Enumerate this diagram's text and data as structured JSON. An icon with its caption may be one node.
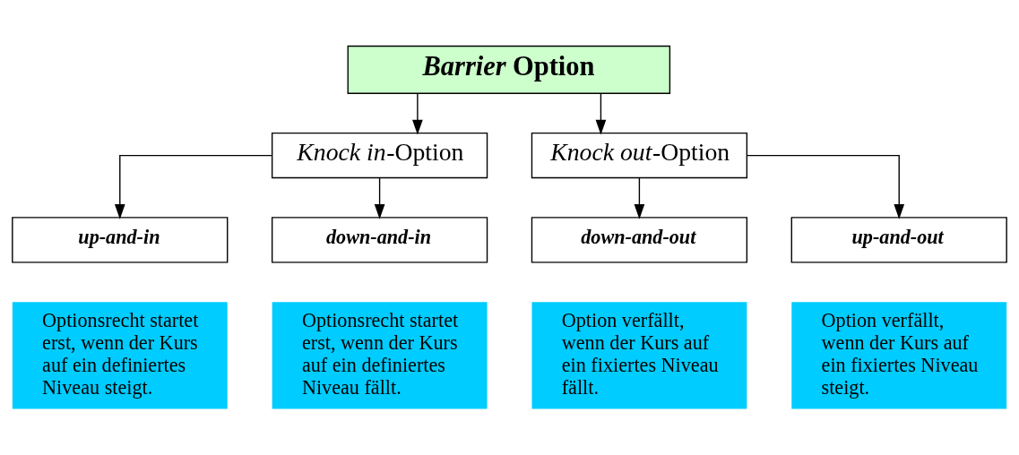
{
  "diagram": {
    "nodes": [
      {
        "text": [
          "*Barrier* Option"
        ]
      },
      {
        "text": [
          "*Knock in*-Option"
        ]
      },
      {
        "text": [
          "*Knock out*-Option"
        ]
      },
      {
        "text": [
          "up-and-in"
        ]
      },
      {
        "text": [
          "down-and-in"
        ]
      },
      {
        "text": [
          "down-and-out"
        ]
      },
      {
        "text": [
          "up-and-out"
        ]
      },
      {
        "text": [
          "Optionsrecht startet erst, wenn der Kurs auf ein definiertes Niveau steigt."
        ]
      },
      {
        "text": [
          "Optionsrecht startet erst, wenn der Kurs auf ein definiertes Niveau fällt."
        ]
      },
      {
        "text": [
          "Option verfällt, wenn der Kurs auf ein fixiertes Niveau fällt."
        ]
      },
      {
        "text": [
          "Option verfällt, wenn der Kurs auf ein fixiertes Niveau steigt."
        ]
      }
    ],
    "edges": [
      {
        "from": 0,
        "to": 1,
        "arrow": "to"
      },
      {
        "from": 0,
        "to": 2,
        "arrow": "to"
      },
      {
        "from": 1,
        "to": 3,
        "arrow": "to"
      },
      {
        "from": 1,
        "to": 4,
        "arrow": "to"
      },
      {
        "from": 2,
        "to": 5,
        "arrow": "to"
      },
      {
        "from": 2,
        "to": 6,
        "arrow": "to"
      }
    ]
  }
}
